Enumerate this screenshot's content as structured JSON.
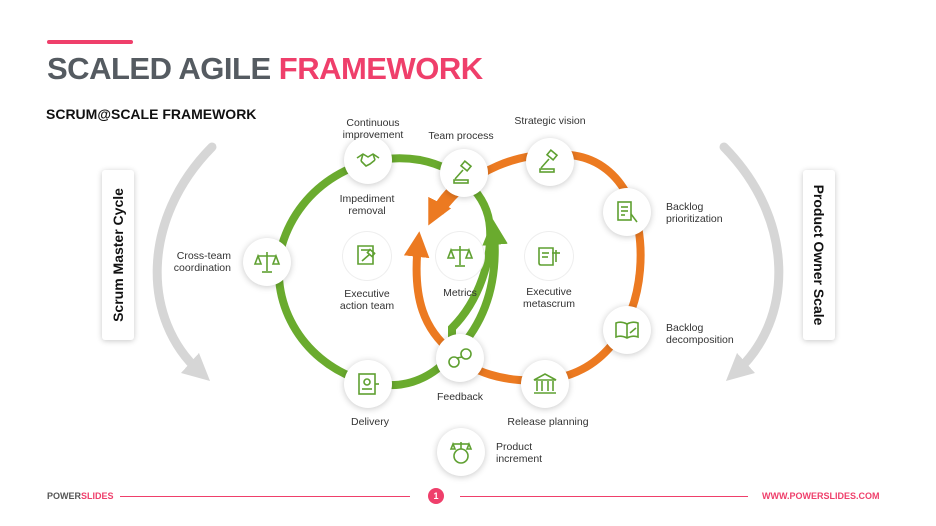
{
  "header": {
    "title_part1": "SCALED AGILE ",
    "title_part2": "FRAMEWORK",
    "subtitle": "SCRUM@SCALE FRAMEWORK"
  },
  "sides": {
    "left": "Scrum Master Cycle",
    "right": "Product Owner Scale"
  },
  "colors": {
    "green": "#6aab2e",
    "orange": "#ec7a21",
    "pink": "#ef3f6b",
    "gray_arrow": "#d6d6d6",
    "icon_green": "#5fa031"
  },
  "labels": {
    "continuous_improvement": [
      "Continuous",
      "improvement"
    ],
    "team_process": "Team process",
    "strategic_vision": "Strategic vision",
    "impediment_removal": [
      "Impediment",
      "removal"
    ],
    "backlog_prioritization": [
      "Backlog",
      "prioritization"
    ],
    "cross_team_coordination": [
      "Cross-team",
      "coordination"
    ],
    "executive_action_team": [
      "Executive",
      "action team"
    ],
    "metrics": "Metrics",
    "executive_metascrum": [
      "Executive",
      "metascrum"
    ],
    "backlog_decomposition": [
      "Backlog",
      "decomposition"
    ],
    "delivery": "Delivery",
    "feedback": "Feedback",
    "release_planning": "Release planning",
    "product_increment": [
      "Product",
      "increment"
    ]
  },
  "footer": {
    "brand_a": "POWER",
    "brand_b": "SLIDES",
    "page": "1",
    "website": "WWW.POWERSLIDES.COM"
  }
}
